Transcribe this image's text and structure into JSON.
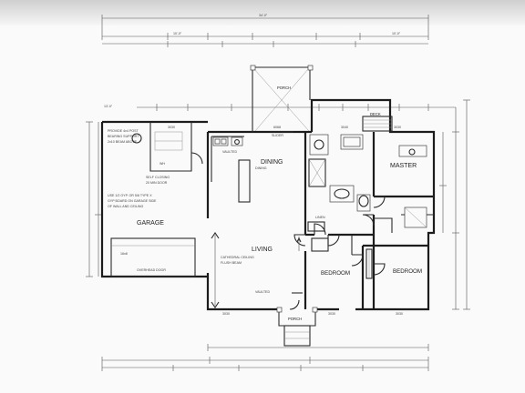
{
  "rooms": {
    "dining": "DINING",
    "master": "MASTER",
    "garage": "GARAGE",
    "living": "LIVING",
    "bedroom_left": "BEDROOM",
    "bedroom_right": "BEDROOM"
  },
  "spaces": {
    "porch_top": "PORCH",
    "deck": "DECK",
    "porch_front": "PORCH"
  },
  "colors": {
    "line": "#1c1c1c",
    "paper": "#fafafa"
  }
}
